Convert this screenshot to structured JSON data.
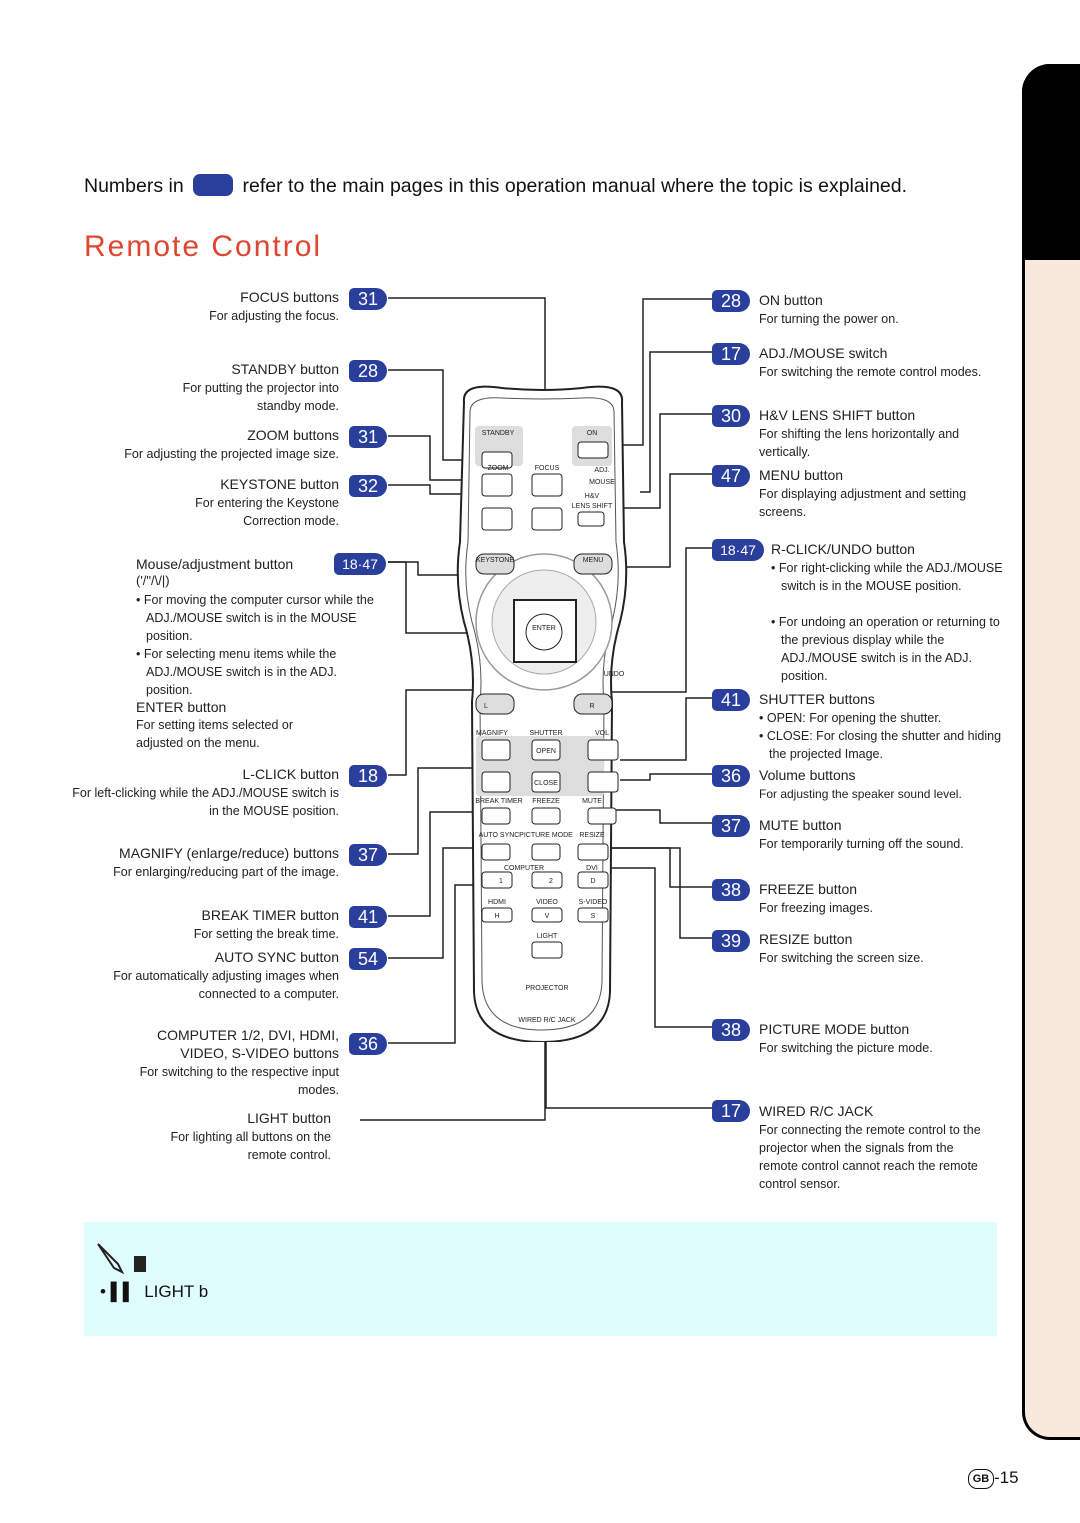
{
  "intro": {
    "prefix": "Numbers in",
    "suffix": "refer to the main pages in this operation manual where the topic is explained."
  },
  "title": "Remote Control",
  "left_items": [
    {
      "label": "FOCUS buttons",
      "page": "31",
      "desc": "For adjusting the focus."
    },
    {
      "label": "STANDBY button",
      "page": "28",
      "desc": "For putting the projector into standby mode."
    },
    {
      "label": "ZOOM buttons",
      "page": "31",
      "desc": "For adjusting the projected image size."
    },
    {
      "label": "KEYSTONE button",
      "page": "32",
      "desc": "For entering the Keystone Correction mode."
    },
    {
      "label": "Mouse/adjustment button",
      "page": "18·47",
      "sub": "('/\"/\\/|)",
      "bullets": [
        "For moving the computer cursor while the ADJ./MOUSE switch is in the MOUSE position.",
        "For selecting menu items while the ADJ./MOUSE switch is in the ADJ. position."
      ]
    },
    {
      "label": "ENTER button",
      "desc": "For setting items selected or adjusted on the menu."
    },
    {
      "label": "L-CLICK button",
      "page": "18",
      "desc": "For left-clicking while the ADJ./MOUSE switch is in the MOUSE position."
    },
    {
      "label": "MAGNIFY (enlarge/reduce) buttons",
      "page": "37",
      "desc": "For enlarging/reducing part of the image."
    },
    {
      "label": "BREAK TIMER button",
      "page": "41",
      "desc": "For setting the break time."
    },
    {
      "label": "AUTO SYNC button",
      "page": "54",
      "desc": "For automatically adjusting images when connected to a computer."
    },
    {
      "label": "COMPUTER 1/2, DVI, HDMI,",
      "label2": "VIDEO, S-VIDEO buttons",
      "page": "36",
      "desc": "For switching to the respective input modes."
    },
    {
      "label": "LIGHT button",
      "desc": "For lighting all buttons on the remote control."
    }
  ],
  "right_items": [
    {
      "page": "28",
      "label": "ON button",
      "desc": "For turning the power on."
    },
    {
      "page": "17",
      "label": "ADJ./MOUSE switch",
      "desc": "For switching the remote control modes."
    },
    {
      "page": "30",
      "label": "H&V LENS SHIFT button",
      "desc": "For shifting the lens horizontally and vertically."
    },
    {
      "page": "47",
      "label": "MENU button",
      "desc": "For displaying adjustment and setting screens."
    },
    {
      "page": "18·47",
      "label": "R-CLICK/UNDO button",
      "bullets": [
        "For right-clicking while the ADJ./MOUSE switch is in the MOUSE position.",
        "For undoing an operation or returning to the previous display while the ADJ./MOUSE switch is in the ADJ. position."
      ]
    },
    {
      "page": "41",
      "label": "SHUTTER buttons",
      "bullets": [
        "OPEN: For opening the shutter.",
        "CLOSE: For closing the shutter and hiding the projected Image."
      ]
    },
    {
      "page": "36",
      "label": "Volume buttons",
      "desc": "For adjusting the speaker sound level."
    },
    {
      "page": "37",
      "label": "MUTE button",
      "desc": "For temporarily turning off the sound."
    },
    {
      "page": "38",
      "label": "FREEZE button",
      "desc": "For freezing images."
    },
    {
      "page": "39",
      "label": "RESIZE button",
      "desc": "For switching the screen size."
    },
    {
      "page": "38",
      "label": "PICTURE MODE button",
      "desc": "For switching the picture mode."
    },
    {
      "page": "17",
      "label": "WIRED R/C JACK",
      "desc": "For connecting the remote control to the projector when the signals from the remote control cannot reach the remote control sensor."
    }
  ],
  "remote": {
    "standby": "STANDBY",
    "on": "ON",
    "zoom": "ZOOM",
    "focus": "FOCUS",
    "adj": "ADJ.",
    "mouse": "MOUSE",
    "hv": "H&V",
    "lens_shift": "LENS SHIFT",
    "keystone": "KEYSTONE",
    "menu": "MENU",
    "enter": "ENTER",
    "undo": "UNDO",
    "l": "L",
    "r": "R",
    "magnify": "MAGNIFY",
    "shutter": "SHUTTER",
    "vol": "VOL",
    "open": "OPEN",
    "close": "CLOSE",
    "break_timer": "BREAK TIMER",
    "freeze": "FREEZE",
    "mute": "MUTE",
    "auto_sync": "AUTO SYNC",
    "picture_mode": "PICTURE MODE",
    "resize": "RESIZE",
    "computer": "COMPUTER",
    "dvi": "DVI",
    "c1": "1",
    "c2": "2",
    "d": "D",
    "hdmi": "HDMI",
    "video": "VIDEO",
    "svideo": "S-VIDEO",
    "h": "H",
    "v": "V",
    "s": "S",
    "light": "LIGHT",
    "projector": "PROJECTOR",
    "wired": "WIRED R/C JACK"
  },
  "note": {
    "text": "LIGHT b"
  },
  "page_number": {
    "badge": "GB",
    "num": "-15"
  }
}
